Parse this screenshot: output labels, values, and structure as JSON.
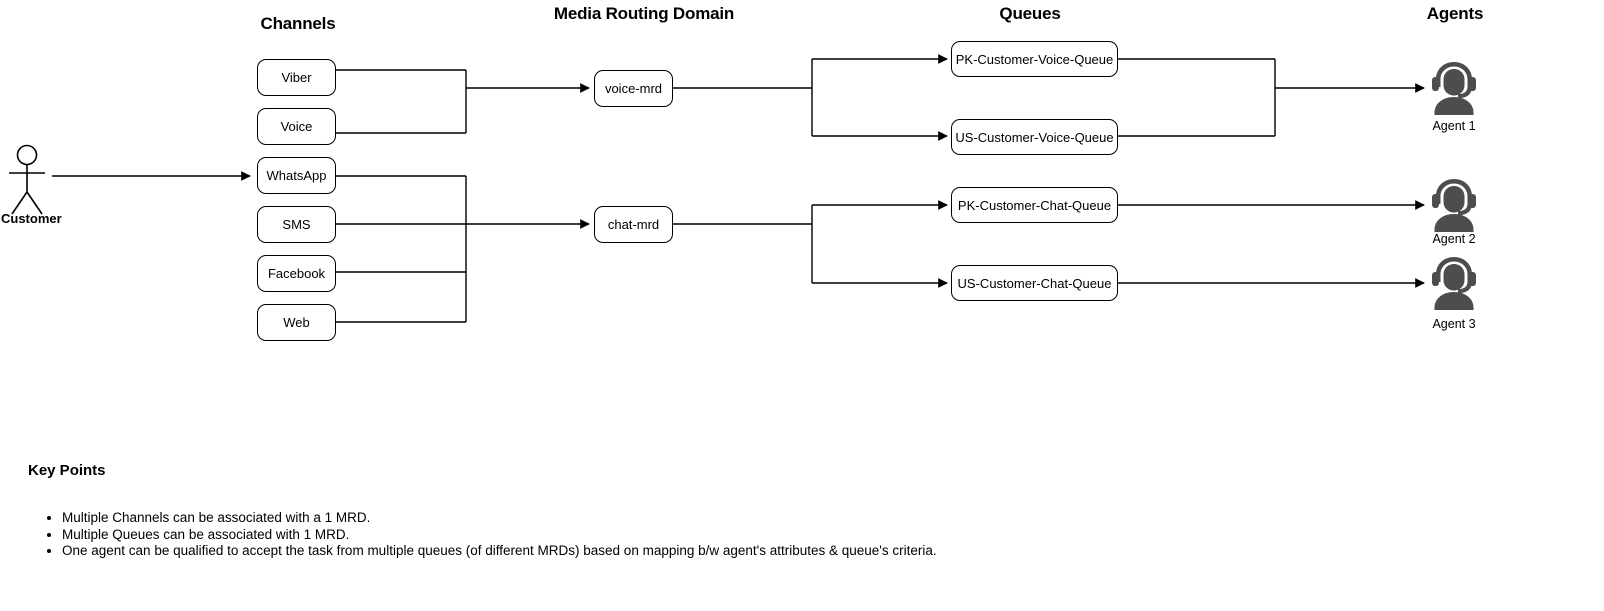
{
  "diagram": {
    "column_titles": [
      {
        "key": "channels",
        "label": "Channels"
      },
      {
        "key": "mrd",
        "label": "Media Routing Domain"
      },
      {
        "key": "queues",
        "label": "Queues"
      },
      {
        "key": "agents",
        "label": "Agents"
      }
    ],
    "actor": {
      "label": "Customer",
      "icon": "stick-figure-person-icon"
    },
    "channels": [
      {
        "label": "Viber"
      },
      {
        "label": "Voice"
      },
      {
        "label": "WhatsApp"
      },
      {
        "label": "SMS"
      },
      {
        "label": "Facebook"
      },
      {
        "label": "Web"
      }
    ],
    "mrds": [
      {
        "label": "voice-mrd"
      },
      {
        "label": "chat-mrd"
      }
    ],
    "queues": [
      {
        "label": "PK-Customer-Voice-Queue"
      },
      {
        "label": "US-Customer-Voice-Queue"
      },
      {
        "label": "PK-Customer-Chat-Queue"
      },
      {
        "label": "US-Customer-Chat-Queue"
      }
    ],
    "agents": [
      {
        "label": "Agent 1",
        "icon": "headset-agent-icon"
      },
      {
        "label": "Agent 2",
        "icon": "headset-agent-icon"
      },
      {
        "label": "Agent 3",
        "icon": "headset-agent-icon"
      }
    ]
  },
  "key_points": {
    "title": "Key Points",
    "items": [
      "Multiple Channels can be associated with a 1 MRD.",
      "Multiple Queues can be associated with 1 MRD.",
      "One agent can be qualified to accept the task from multiple queues (of different MRDs) based on mapping b/w agent's attributes & queue's criteria."
    ]
  },
  "colors": {
    "stroke": "#000000",
    "agent_fill": "#4d4d4d",
    "background": "#ffffff"
  }
}
